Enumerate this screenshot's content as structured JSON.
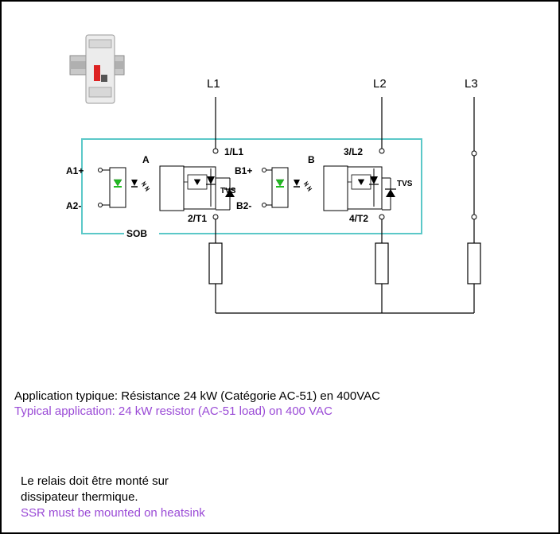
{
  "colors": {
    "frame": "#000000",
    "module_outline": "#5bc8c8",
    "led": "#22bb22",
    "english_text": "#9a4ad6"
  },
  "image": {
    "name": "din-rail-breaker-photo"
  },
  "diagram": {
    "module_label": "SOB",
    "lines": {
      "l1": "L1",
      "l2": "L2",
      "l3": "L3"
    },
    "channel_a": {
      "name": "A",
      "input_plus": "A1+",
      "input_minus": "A2-",
      "line_terminal": "1/L1",
      "load_terminal": "2/T1",
      "tvs": "TVS"
    },
    "channel_b": {
      "name": "B",
      "input_plus": "B1+",
      "input_minus": "B2-",
      "line_terminal": "3/L2",
      "load_terminal": "4/T2",
      "tvs": "TVS"
    }
  },
  "text": {
    "application_fr": "Application typique: Résistance 24 kW (Catégorie AC-51) en 400VAC",
    "application_en": "Typical application: 24 kW resistor (AC-51 load) on 400 VAC",
    "mounting_fr_line1": "Le relais doit être monté sur",
    "mounting_fr_line2": "dissipateur thermique.",
    "mounting_en": "SSR must be mounted on heatsink"
  }
}
